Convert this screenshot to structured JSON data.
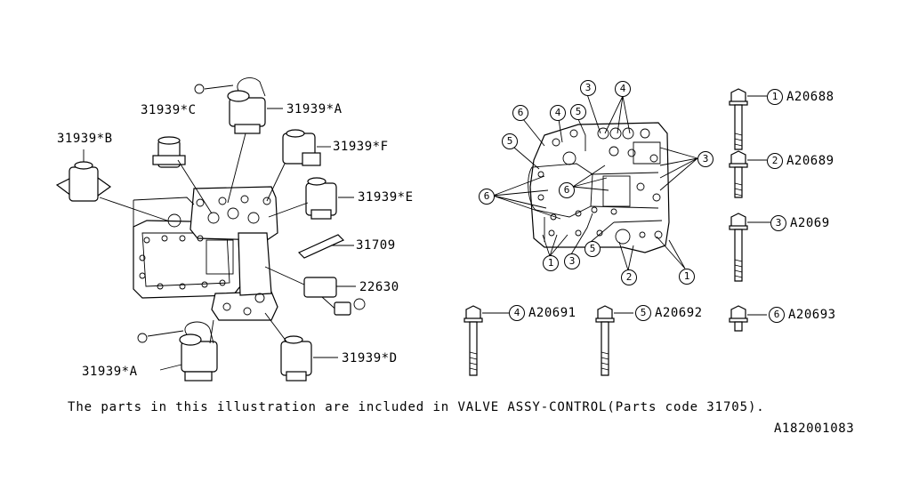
{
  "left_callouts": {
    "c31939C": "31939*C",
    "c31939A_top": "31939*A",
    "c31939B": "31939*B",
    "c31939F": "31939*F",
    "c31939E": "31939*E",
    "c31709": "31709",
    "c22630": "22630",
    "c31939A_bottom": "31939*A",
    "c31939D": "31939*D"
  },
  "right_callouts": [
    "3",
    "4",
    "4",
    "5",
    "6",
    "5",
    "3",
    "6",
    "6",
    "1",
    "3",
    "5",
    "2",
    "1"
  ],
  "bolt_legend": [
    {
      "index": "1",
      "code": "A20688"
    },
    {
      "index": "2",
      "code": "A20689"
    },
    {
      "index": "3",
      "code": "A2069"
    },
    {
      "index": "4",
      "code": "A20691"
    },
    {
      "index": "5",
      "code": "A20692"
    },
    {
      "index": "6",
      "code": "A20693"
    }
  ],
  "note": "The parts in this illustration are included in VALVE ASSY-CONTROL(Parts code 31705).",
  "diagram_code": "A182001083"
}
